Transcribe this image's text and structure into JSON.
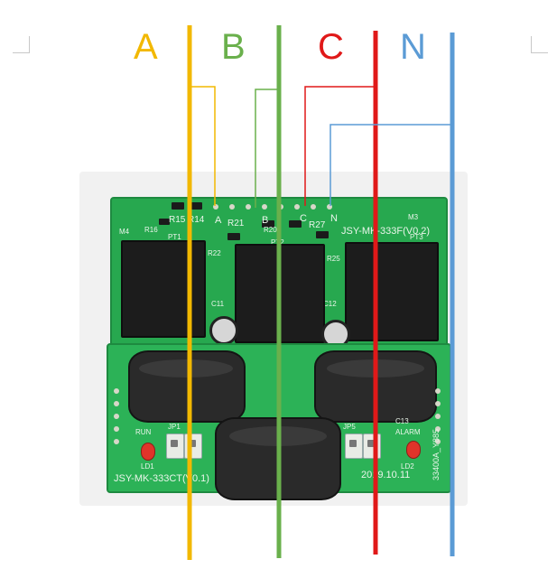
{
  "phase_labels": {
    "a": "A",
    "b": "B",
    "c": "C",
    "n": "N"
  },
  "colors": {
    "a": "#f2b800",
    "b": "#6ab04c",
    "c": "#e01919",
    "n": "#5b9bd5"
  },
  "board": {
    "top_silkscreen": {
      "r15": "R15",
      "r14": "R14",
      "r16": "R16",
      "r21": "R21",
      "r20": "R20",
      "r27": "R27",
      "r25": "R25",
      "r22": "R22",
      "pt1": "PT1",
      "pt3": "PT3",
      "pt2": "PT2",
      "m3": "M3",
      "m4": "M4",
      "c11": "C11",
      "c12": "C12",
      "pin_a": "A",
      "pin_b": "B",
      "pin_c": "C",
      "pin_n": "N",
      "model_top": "JSY-MK-333F(V0.2)"
    },
    "bottom_silkscreen": {
      "run": "RUN",
      "alarm": "ALARM",
      "jp1": "JP1",
      "jp5": "JP5",
      "ld1": "LD1",
      "ld2": "LD2",
      "c13": "C13",
      "model_bottom": "JSY-MK-333CT(V0.1)",
      "date": "2019.10.11",
      "code": "33400A_Y885"
    }
  }
}
